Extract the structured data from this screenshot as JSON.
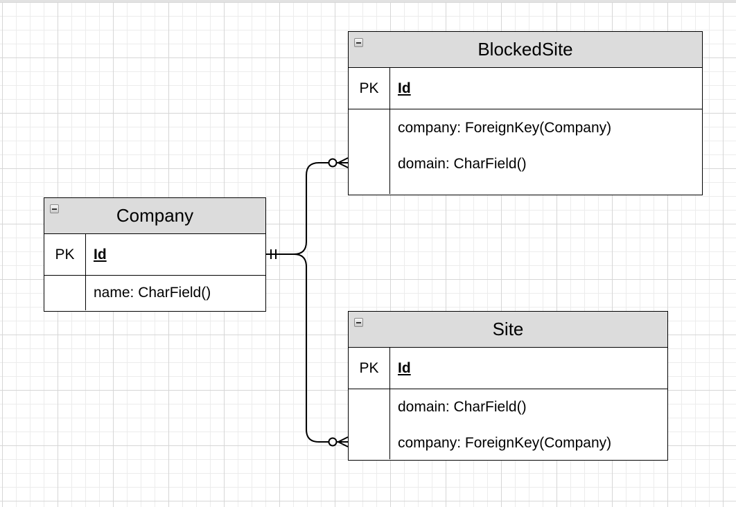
{
  "diagram": {
    "entities": [
      {
        "id": "company",
        "title": "Company",
        "pk_label": "PK",
        "pk_field": "Id",
        "fields": [
          "name: CharField()"
        ]
      },
      {
        "id": "blocked_site",
        "title": "BlockedSite",
        "pk_label": "PK",
        "pk_field": "Id",
        "fields": [
          "company: ForeignKey(Company)",
          "domain: CharField()"
        ]
      },
      {
        "id": "site",
        "title": "Site",
        "pk_label": "PK",
        "pk_field": "Id",
        "fields": [
          "domain: CharField()",
          "company: ForeignKey(Company)"
        ]
      }
    ],
    "relationships": [
      {
        "from": "Company",
        "to": "BlockedSite",
        "from_end": "one-and-only-one",
        "to_end": "zero-or-many"
      },
      {
        "from": "Company",
        "to": "Site",
        "from_end": "one-and-only-one",
        "to_end": "zero-or-many"
      }
    ],
    "colors": {
      "header_fill": "#dcdcdc",
      "border": "#000000",
      "grid_major": "#d6d6d6",
      "grid_minor": "#ececec",
      "canvas": "#ffffff"
    }
  }
}
